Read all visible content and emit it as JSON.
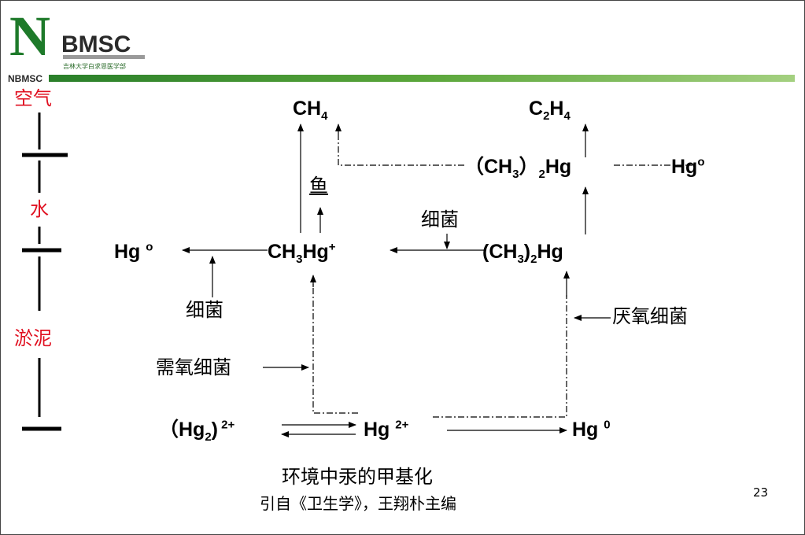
{
  "logo": {
    "brand": "BMSC",
    "subtitle": "吉林大学白求恩医学部",
    "small": "NBMSC"
  },
  "layers": {
    "air": "空气",
    "water": "水",
    "sediment": "淤泥"
  },
  "labels": {
    "ch4": {
      "main": "CH",
      "sub": "4"
    },
    "c2h4": {
      "a": "C",
      "s1": "2",
      "b": "H",
      "s2": "4"
    },
    "dimethyl_top": {
      "a": "（CH",
      "s1": "3",
      "b": "）",
      "s2": "2",
      "c": "Hg"
    },
    "hg0_topright": {
      "a": "Hg",
      "sup": "o"
    },
    "fish": "鱼",
    "bacteria_top": "细菌",
    "hg0_left": {
      "a": "Hg ",
      "sup": "o"
    },
    "methylmercury": {
      "a": "CH",
      "s1": "3",
      "b": "Hg",
      "sup": "+"
    },
    "dimethyl_mid": {
      "a": "(CH",
      "s1": "3",
      "b": ")",
      "s2": "2",
      "c": "Hg"
    },
    "bacteria_left": "细菌",
    "anaerobic": "厌氧细菌",
    "aerobic": "需氧细菌",
    "hg2_dimer": {
      "a": "（Hg",
      "s1": "2",
      "b": ")",
      "sup": " 2+"
    },
    "hg2plus": {
      "a": "Hg ",
      "sup": "2+"
    },
    "hg0_bottom": {
      "a": "Hg ",
      "sup": "0"
    }
  },
  "caption": {
    "title": "环境中汞的甲基化",
    "source": "引自《卫生学》，王翔朴主编"
  },
  "page_number": "23"
}
